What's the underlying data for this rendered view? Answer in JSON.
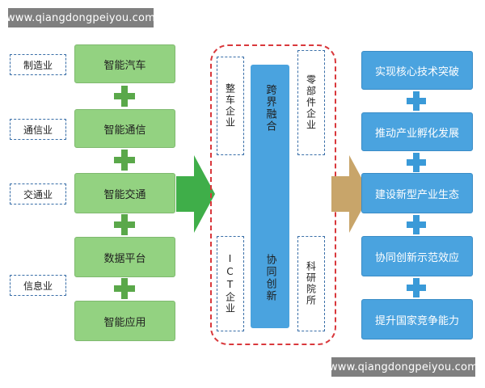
{
  "watermarks": {
    "top": "www.qiangdongpeiyou.com",
    "bottom": "www.qiangdongpeiyou.com"
  },
  "industries": [
    "制造业",
    "通信业",
    "交通业",
    "信息业"
  ],
  "applications": [
    "智能汽车",
    "智能通信",
    "智能交通",
    "数据平台",
    "智能应用"
  ],
  "center": {
    "left_top": "整车企业",
    "left_bottom": "ICT企业",
    "middle_top": "跨界融合",
    "middle_bottom": "协同创新",
    "right_top": "零部件企业",
    "right_bottom": "科研院所"
  },
  "outcomes": [
    "实现核心技术突破",
    "推动产业孵化发展",
    "建设新型产业生态",
    "协同创新示范效应",
    "提升国家竞争能力"
  ],
  "colors": {
    "green": "#93d281",
    "plus_green": "#5aa84a",
    "blue": "#4aa3df",
    "plus_blue": "#3a9ad8",
    "frame_red": "#d9383c",
    "arrow_green": "#3fae49",
    "arrow_tan": "#c8a56a"
  }
}
